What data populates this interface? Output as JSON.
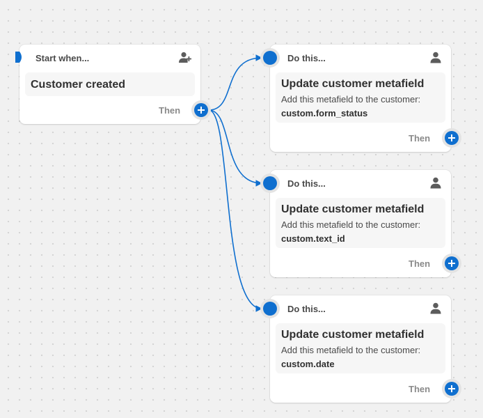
{
  "trigger": {
    "label": "Start when...",
    "title": "Customer created",
    "then_label": "Then",
    "icon": "add-person-icon"
  },
  "actions": [
    {
      "label": "Do this...",
      "title": "Update customer metafield",
      "description": "Add this metafield to the customer:",
      "value": "custom.form_status",
      "then_label": "Then",
      "icon": "person-icon"
    },
    {
      "label": "Do this...",
      "title": "Update customer metafield",
      "description": "Add this metafield to the customer:",
      "value": "custom.text_id",
      "then_label": "Then",
      "icon": "person-icon"
    },
    {
      "label": "Do this...",
      "title": "Update customer metafield",
      "description": "Add this metafield to the customer:",
      "value": "custom.date",
      "then_label": "Then",
      "icon": "person-icon"
    }
  ],
  "colors": {
    "accent": "#0f6fcf",
    "canvas": "#f1f1f1",
    "card": "#ffffff",
    "card_body": "#f6f6f6",
    "muted_text": "#8a8a8a"
  }
}
